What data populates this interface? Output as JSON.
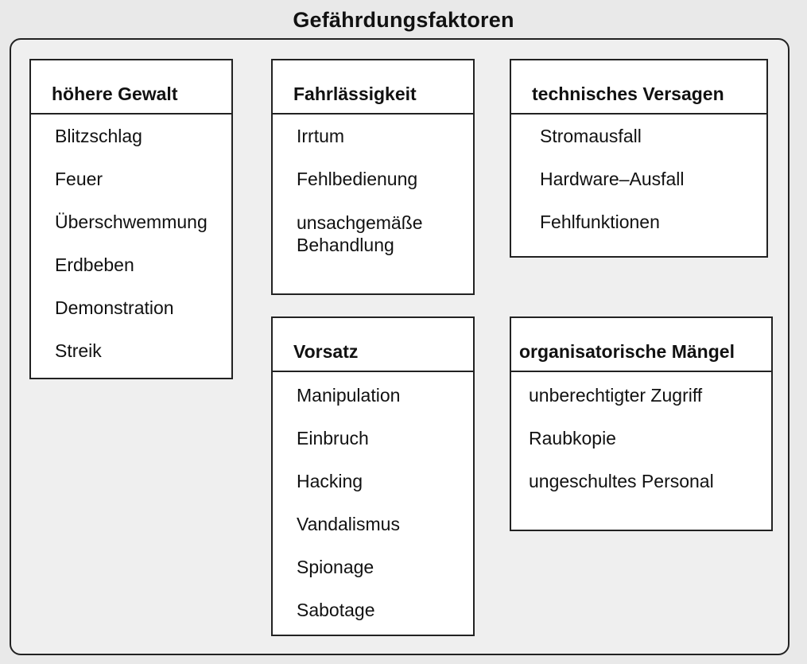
{
  "title": "Gefährdungsfaktoren",
  "categories": [
    {
      "id": "hoehere-gewalt",
      "heading": "höhere Gewalt",
      "items": [
        "Blitzschlag",
        "Feuer",
        "Überschwemmung",
        "Erdbeben",
        "Demonstration",
        "Streik"
      ]
    },
    {
      "id": "fahrlaessigkeit",
      "heading": "Fahrlässigkeit",
      "items": [
        "Irrtum",
        "Fehlbedienung",
        "unsachgemäße Behandlung"
      ]
    },
    {
      "id": "technisches-versagen",
      "heading": "technisches Versagen",
      "items": [
        "Stromausfall",
        "Hardware–Ausfall",
        "Fehlfunktionen"
      ]
    },
    {
      "id": "vorsatz",
      "heading": "Vorsatz",
      "items": [
        "Manipulation",
        "Einbruch",
        "Hacking",
        "Vandalismus",
        "Spionage",
        "Sabotage"
      ]
    },
    {
      "id": "organisatorische-maengel",
      "heading": "organisatorische Mängel",
      "items": [
        "unberechtigter Zugriff",
        "Raubkopie",
        "ungeschultes Personal"
      ]
    }
  ]
}
